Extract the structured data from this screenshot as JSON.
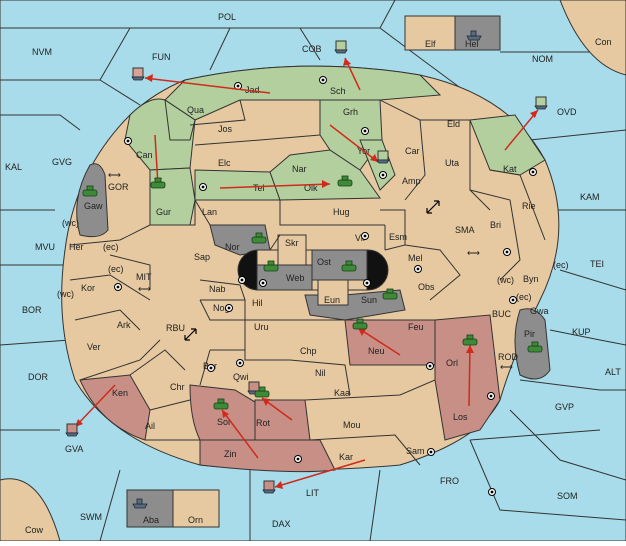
{
  "map": {
    "title": "",
    "colors": {
      "sea": "#a8dcea",
      "neutral_land": "#e6c9a0",
      "green_power": "#b3cf9e",
      "red_power": "#c78f86",
      "grey_power": "#8d8d8d"
    },
    "labels": {
      "POL": "POL",
      "NVM": "NVM",
      "FUN": "FUN",
      "COB": "COB",
      "NOM": "NOM",
      "Con": "Con",
      "Elf": "Elf",
      "Hel": "Hel",
      "OVD": "OVD",
      "KAL": "KAL",
      "GVG": "GVG",
      "GOR": "GOR",
      "MVU": "MVU",
      "BOR": "BOR",
      "DOR": "DOR",
      "MIT": "MIT",
      "RBU": "RBU",
      "KAM": "KAM",
      "SMA": "SMA",
      "TEI": "TEI",
      "KUP": "KUP",
      "BUC": "BUC",
      "ROD": "ROD",
      "ALT": "ALT",
      "GVP": "GVP",
      "GVA": "GVA",
      "LIT": "LIT",
      "FRO": "FRO",
      "SOM": "SOM",
      "SWM": "SWM",
      "DAX": "DAX",
      "Cow": "Cow",
      "Aba": "Aba",
      "Orn": "Orn",
      "Jad": "Jad",
      "Sch": "Sch",
      "Qua": "Qua",
      "Jos": "Jos",
      "Grh": "Grh",
      "Eld": "Eld",
      "Can": "Can",
      "Elc": "Elc",
      "Yor": "Yor",
      "Car": "Car",
      "Uta": "Uta",
      "Kat": "Kat",
      "Nar": "Nar",
      "Tel": "Tel",
      "Olk": "Olk",
      "Amp": "Amp",
      "Gur": "Gur",
      "Lan": "Lan",
      "Hug": "Hug",
      "Gaw": "Gaw",
      "Rie": "Rie",
      "Bri": "Bri",
      "Her": "Her",
      "Nor": "Nor",
      "Skr": "Skr",
      "Vil": "Vil",
      "Esm": "Esm",
      "Sap": "Sap",
      "Ost": "Ost",
      "Web": "Web",
      "Mel": "Mel",
      "Byn": "Byn",
      "Kor": "Kor",
      "Nab": "Nab",
      "Eun": "Eun",
      "Obs": "Obs",
      "Sun": "Sun",
      "Gwa": "Gwa",
      "Hil": "Hil",
      "Nog": "Nog",
      "Ark": "Ark",
      "Uru": "Uru",
      "Feu": "Feu",
      "Pir": "Pir",
      "Ver": "Ver",
      "Chp": "Chp",
      "Neu": "Neu",
      "Orl": "Orl",
      "Bar": "Bar",
      "Qwi": "Qwi",
      "Nil": "Nil",
      "Chr": "Chr",
      "Kaa": "Kaa",
      "Ken": "Ken",
      "Sol": "Sol",
      "Rot": "Rot",
      "Los": "Los",
      "Ail": "Ail",
      "Mou": "Mou",
      "Zin": "Zin",
      "Sam": "Sam",
      "Kar": "Kar",
      "wc": "(wc)",
      "ec": "(ec)",
      "double_arrow": "⟷"
    }
  }
}
